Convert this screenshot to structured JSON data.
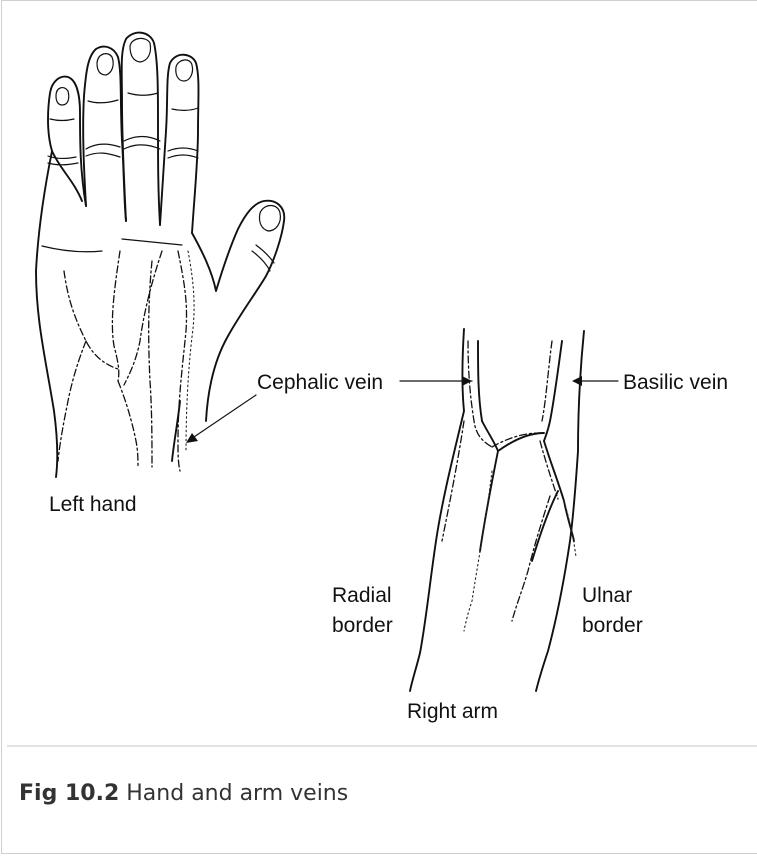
{
  "figure": {
    "labels": {
      "left_hand": "Left hand",
      "cephalic_vein": "Cephalic vein",
      "basilic_vein": "Basilic vein",
      "radial_border_1": "Radial",
      "radial_border_2": "border",
      "ulnar_border_1": "Ulnar",
      "ulnar_border_2": "border",
      "right_arm": "Right arm"
    }
  },
  "caption": {
    "number": "Fig 10.2",
    "text": "Hand and arm veins"
  }
}
